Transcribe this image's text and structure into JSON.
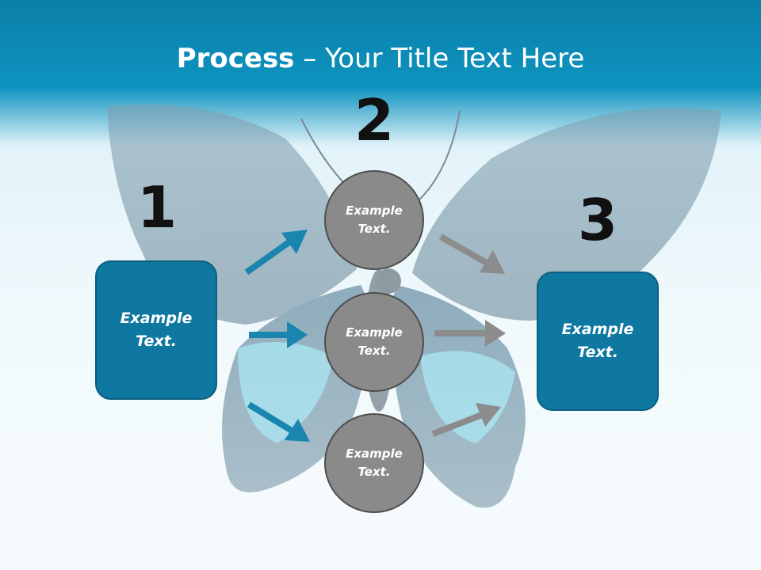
{
  "title": {
    "bold": "Process",
    "rest": " – Your Title Text Here"
  },
  "steps": {
    "one": "1",
    "two": "2",
    "three": "3"
  },
  "boxes": {
    "left": "Example\nText.",
    "right": "Example\nText."
  },
  "circles": {
    "top": "Example\nText.",
    "middle": "Example\nText.",
    "bottom": "Example\nText."
  },
  "colors": {
    "header": "#0e93c0",
    "box": "#0f78a0",
    "circle": "#8a8a8a",
    "arrow_blue": "#1a86b0",
    "arrow_gray": "#8c8c8c"
  }
}
